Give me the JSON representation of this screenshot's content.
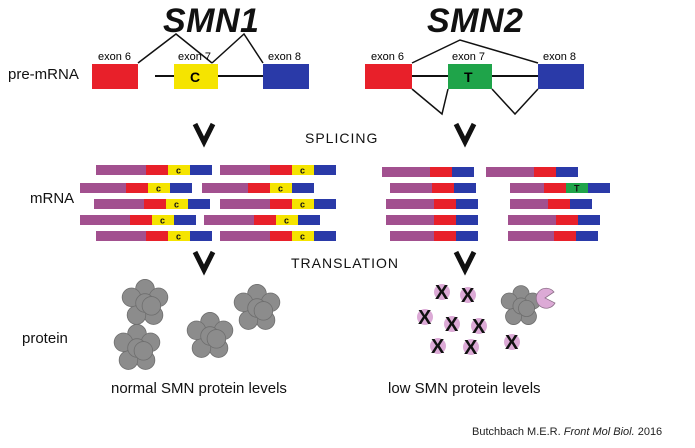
{
  "titles": {
    "left": "SMN1",
    "right": "SMN2"
  },
  "row_labels": {
    "pre_mrna": "pre-mRNA",
    "mrna": "mRNA",
    "protein": "protein"
  },
  "steps": {
    "splicing": "SPLICING",
    "translation": "TRANSLATION"
  },
  "exons": {
    "exon6": "exon 6",
    "exon7": "exon 7",
    "exon8": "exon 8"
  },
  "nucleotides": {
    "smn1": "C",
    "smn2": "T"
  },
  "mrna_letter": "c",
  "mrna_letter_smn2": "T",
  "levels": {
    "left": "normal SMN protein levels",
    "right": "low SMN protein levels"
  },
  "citation": {
    "author": "Butchbach M.E.R.",
    "journal": "Front Mol Biol.",
    "year": "2016"
  },
  "colors": {
    "exon6": "#e8202a",
    "exon7_smn1": "#f5e400",
    "exon7_smn2": "#1fa44a",
    "exon8": "#2a3aa8",
    "upstream": "#a2508f",
    "protein": "#8c8c8c",
    "truncated": "#dcaad6"
  },
  "glyphs": {
    "cross": "X"
  }
}
